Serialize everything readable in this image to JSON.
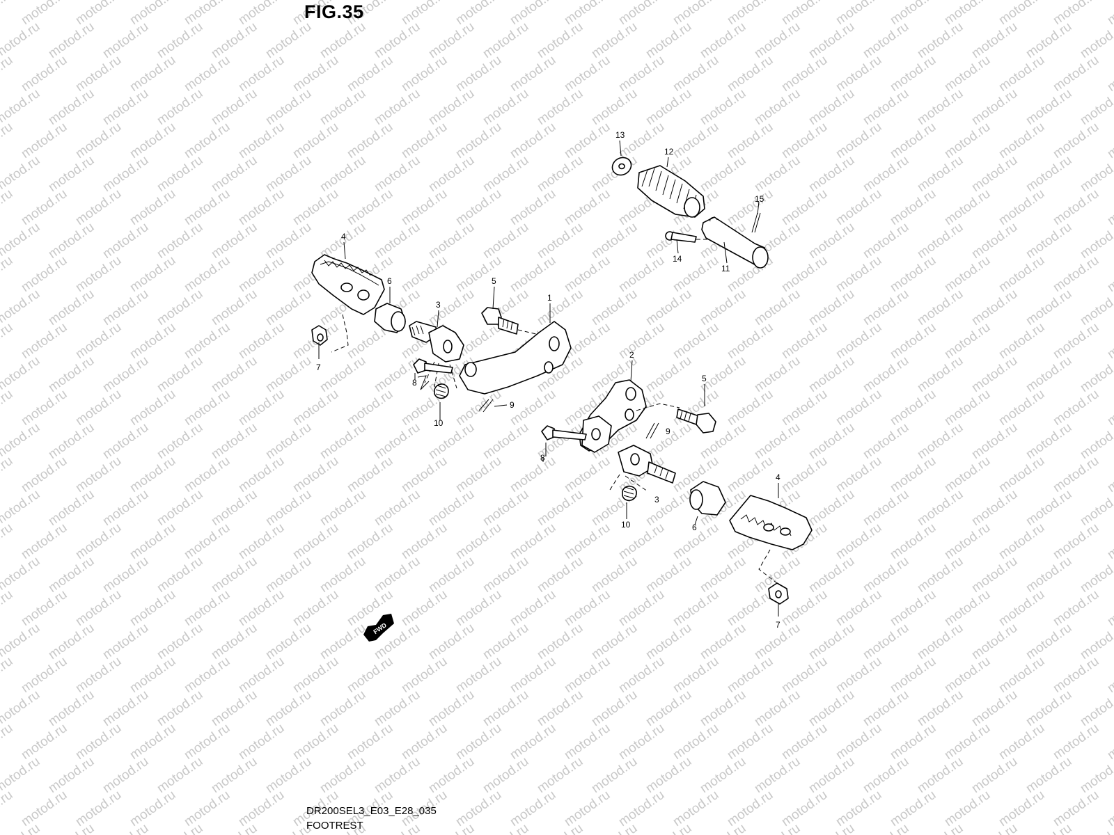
{
  "figure": {
    "title": "FIG.35",
    "code": "DR200SEL3_E03_E28_035",
    "caption": "FOOTREST"
  },
  "watermark": {
    "text": "motod.ru"
  },
  "direction_badge": {
    "text": "FWD"
  },
  "callouts": {
    "left_1": "1",
    "left_3": "3",
    "left_4": "4",
    "left_5": "5",
    "left_6": "6",
    "left_7": "7",
    "left_8": "8",
    "left_9": "9",
    "left_10": "10",
    "right_2": "2",
    "right_3": "3",
    "right_4": "4",
    "right_5": "5",
    "right_6": "6",
    "right_7": "7",
    "right_8": "8",
    "right_9": "9",
    "right_10": "10",
    "rear_11": "11",
    "rear_12": "12",
    "rear_13": "13",
    "rear_14": "14",
    "rear_15": "15"
  }
}
